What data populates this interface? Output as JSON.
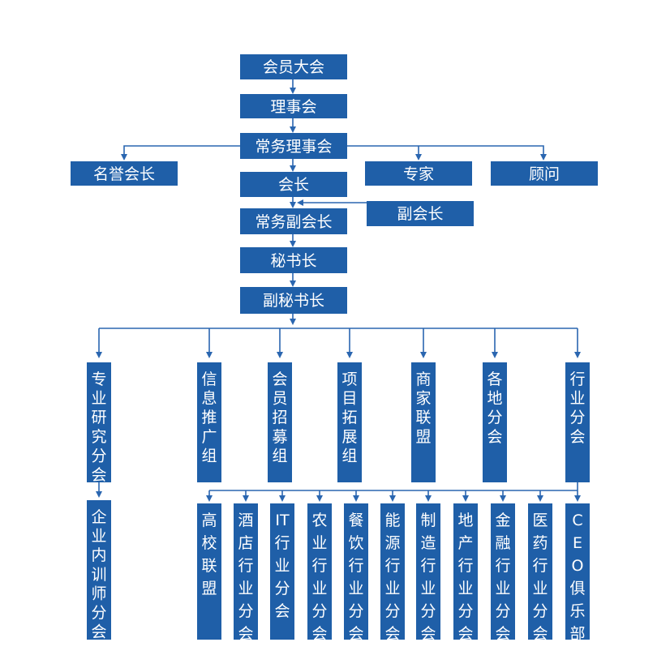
{
  "top": {
    "assembly": "会员大会",
    "council": "理事会",
    "standing_council": "常务理事会",
    "president": "会长",
    "standing_vice_president": "常务副会长",
    "secretary_general": "秘书长",
    "deputy_secretary_general": "副秘书长"
  },
  "advisors": {
    "honorary_president": "名誉会长",
    "experts": "专家",
    "consultant": "顾问",
    "vice_president": "副会长"
  },
  "departments": [
    "专业研究分会",
    "信息推广组",
    "会员招募组",
    "项目拓展组",
    "商家联盟",
    "各地分会",
    "行业分会"
  ],
  "training": "企业内训师分会",
  "industry_branches": [
    "高校联盟",
    "酒店行业分会",
    "IT行业分会",
    "农业行业分会",
    "餐饮行业分会",
    "能源行业分会",
    "制造行业分会",
    "地产行业分会",
    "金融行业分会",
    "医药行业分会",
    "CEO俱乐部"
  ],
  "colors": {
    "box": "#1f5fa8",
    "line": "#2a66b0",
    "text": "#ffffff"
  }
}
